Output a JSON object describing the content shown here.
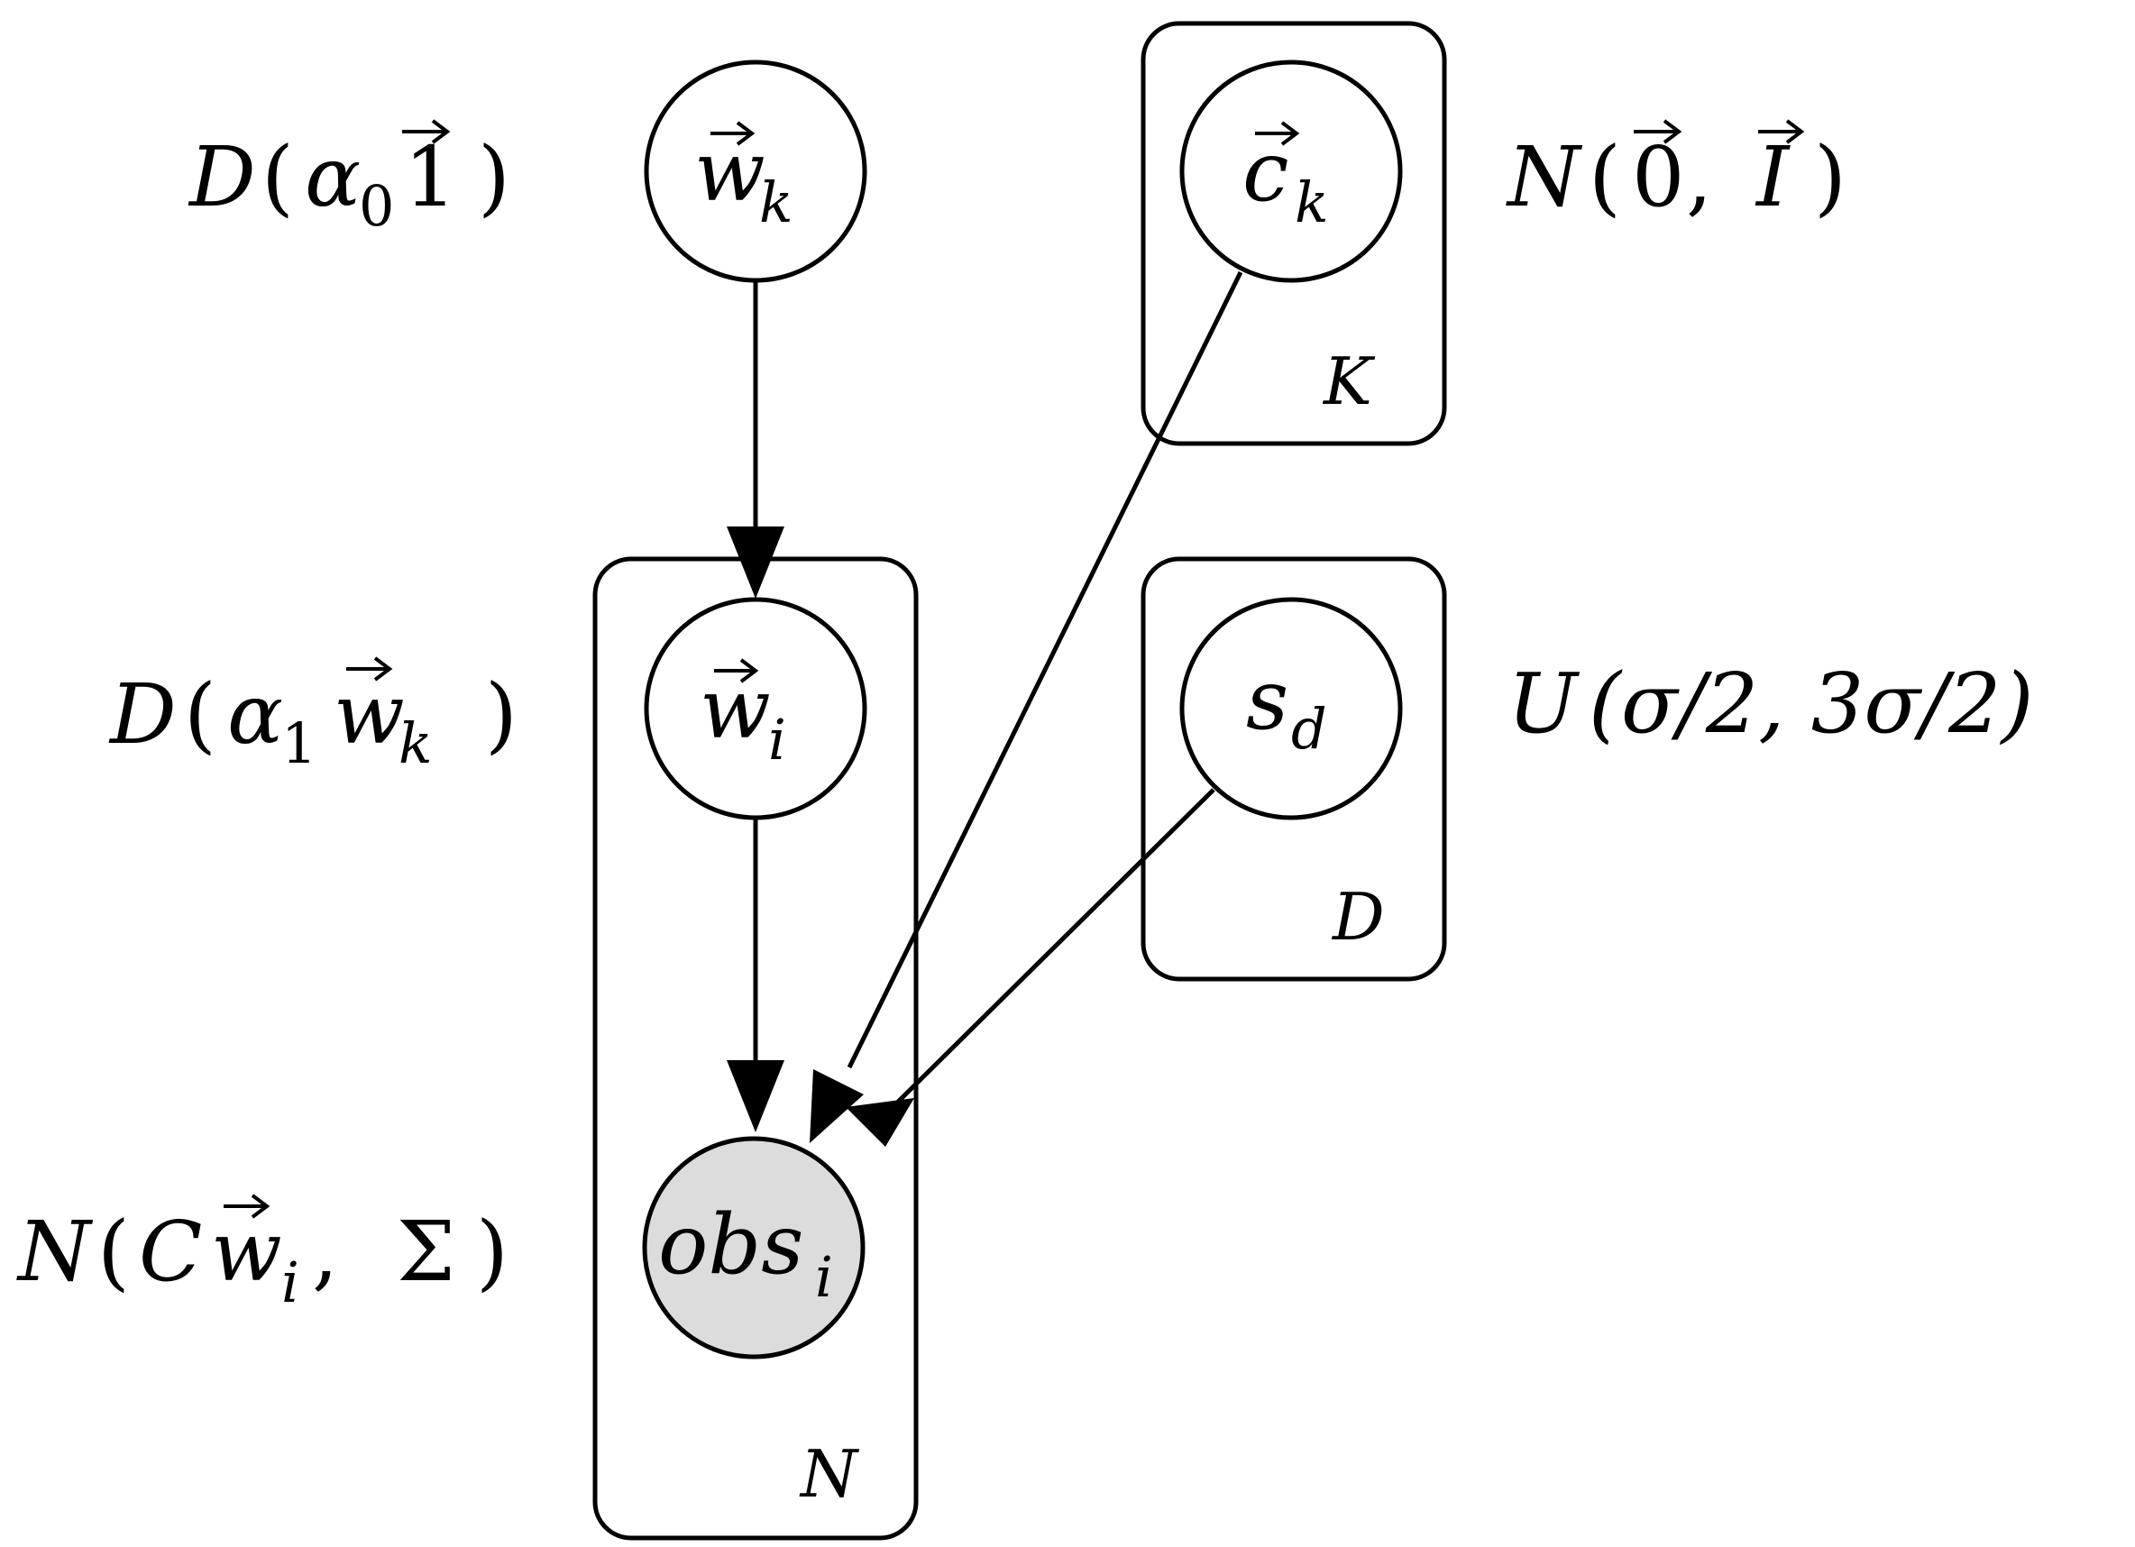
{
  "nodes": {
    "w_k": {
      "symbol": "w",
      "sub": "k",
      "vector": true,
      "observed": false
    },
    "c_k": {
      "symbol": "c",
      "sub": "k",
      "vector": true,
      "observed": false
    },
    "w_i": {
      "symbol": "w",
      "sub": "i",
      "vector": true,
      "observed": false
    },
    "s_d": {
      "symbol": "s",
      "sub": "d",
      "vector": false,
      "observed": false
    },
    "obs_i": {
      "symbol": "obs",
      "sub": "i",
      "vector": false,
      "observed": true
    }
  },
  "plates": {
    "K": "K",
    "N": "N",
    "D": "D"
  },
  "priors": {
    "w_k": {
      "dist": "D",
      "open": "(",
      "a": "α",
      "a_sub": "0",
      "arg": "1",
      "close": ")"
    },
    "c_k": {
      "dist": "N",
      "open": "(",
      "arg1": "0",
      "sep": ",",
      "arg2": "I",
      "close": ")"
    },
    "w_i": {
      "dist": "D",
      "open": "(",
      "a": "α",
      "a_sub": "1",
      "arg": "w",
      "arg_sub": "k",
      "close": ")"
    },
    "s_d": {
      "dist": "U",
      "text": "(σ/2, 3σ/2)"
    },
    "obs_i": {
      "dist": "N",
      "open": "(",
      "arg1": "C",
      "arg1b": "w",
      "arg1b_sub": "i",
      "sep": ",",
      "arg2": "Σ",
      "close": ")"
    }
  },
  "edges": [
    {
      "from": "w_k",
      "to": "w_i"
    },
    {
      "from": "w_i",
      "to": "obs_i"
    },
    {
      "from": "c_k",
      "to": "obs_i"
    },
    {
      "from": "s_d",
      "to": "obs_i"
    }
  ],
  "colors": {
    "observed_fill": "#dcdcdc",
    "stroke": "#000000"
  }
}
